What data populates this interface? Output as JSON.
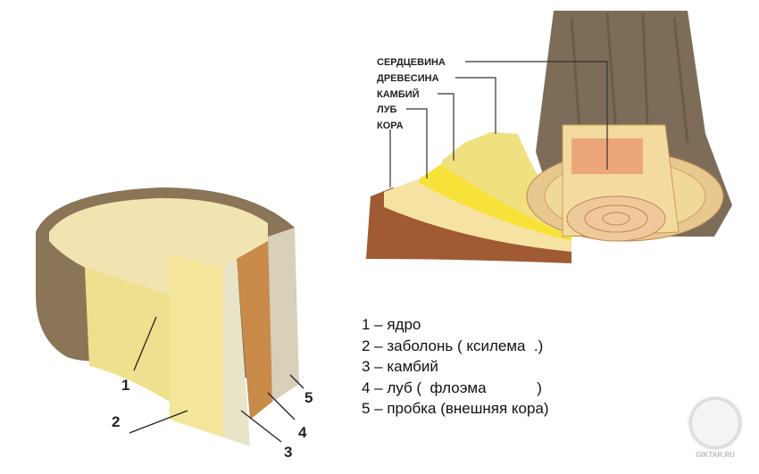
{
  "right_diagram": {
    "labels": [
      "СЕРДЦЕВИНА",
      "ДРЕВЕСИНА",
      "КАМБИЙ",
      "ЛУБ",
      "КОРА"
    ]
  },
  "left_diagram": {
    "numbers": [
      "1",
      "2",
      "3",
      "4",
      "5"
    ]
  },
  "legend": {
    "items": [
      "1 – ядро",
      "2 – заболонь ( ксилема  .)",
      "3 – камбий",
      "4 – луб (  флоэма            )",
      "5 – пробка (внешняя кора)"
    ]
  },
  "watermark": "GIKTAR.RU",
  "colors": {
    "bark": "#7a6a55",
    "wood": "#f3e2a0",
    "sapwood": "#f0dc8a",
    "heart": "#e6a06e",
    "phloem": "#c47a3a",
    "cork": "#a0522d"
  }
}
